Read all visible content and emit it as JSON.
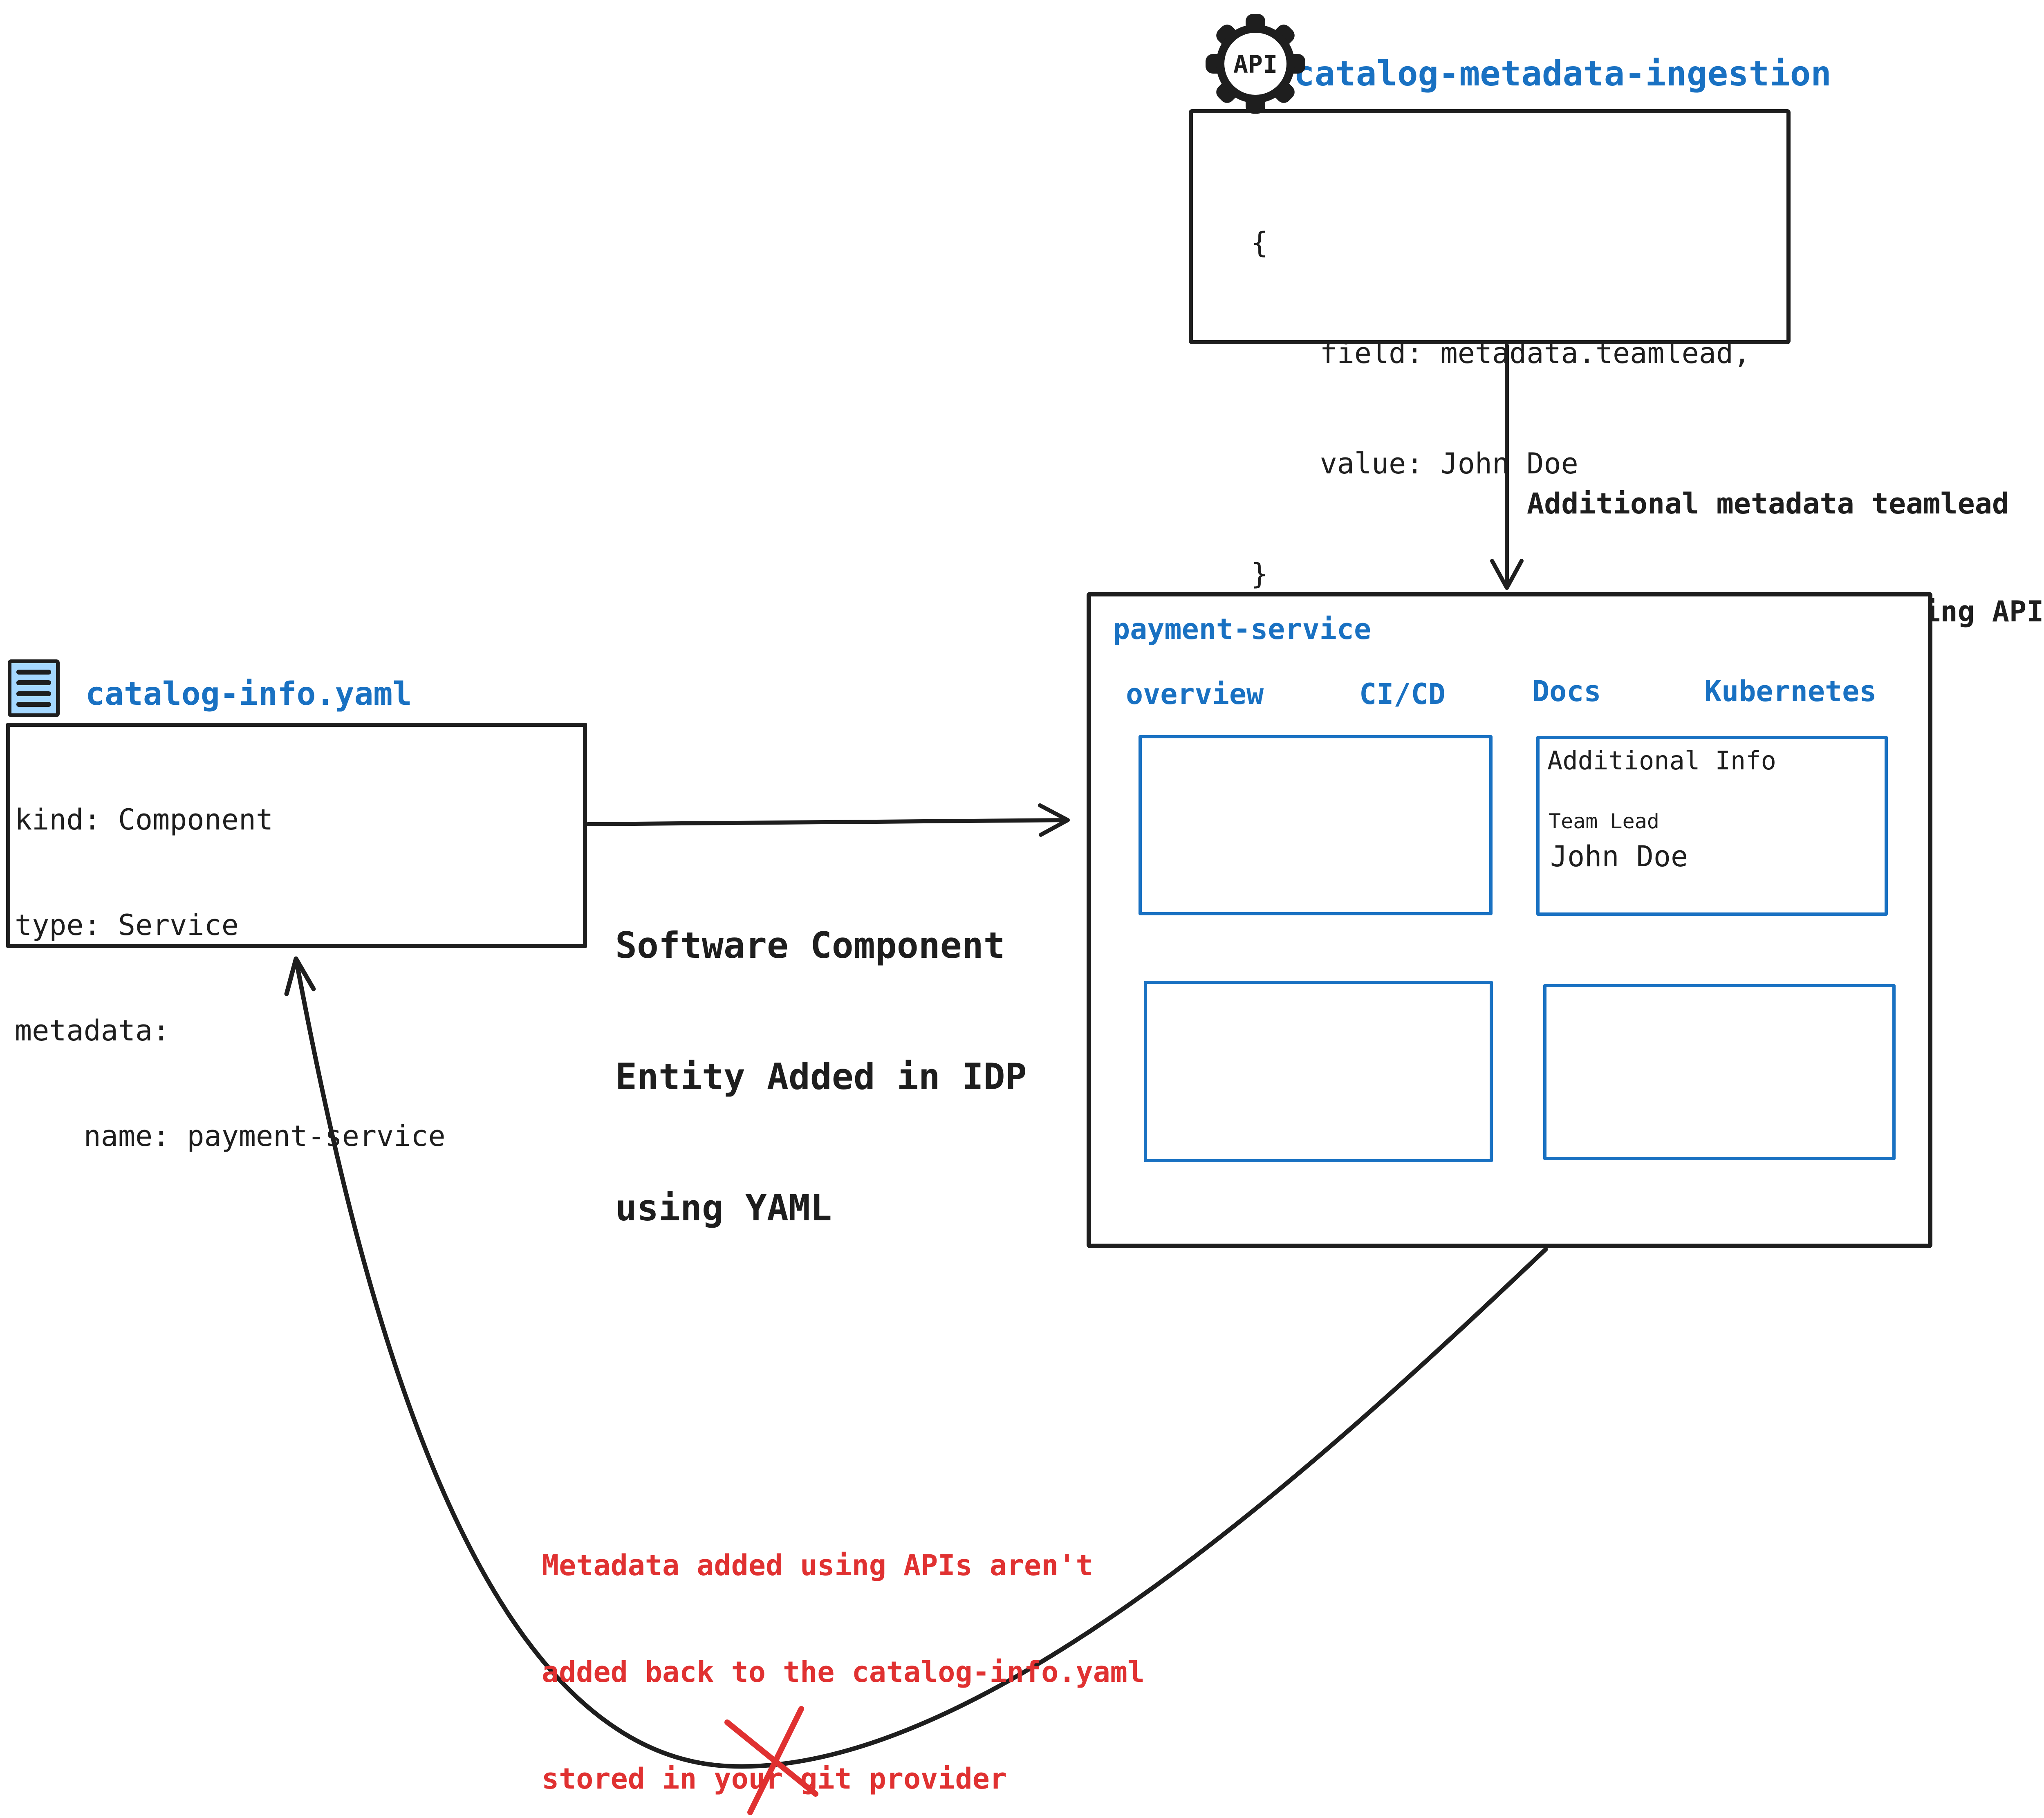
{
  "colors": {
    "accent_blue": "#1971c2",
    "ink_black": "#1e1e1e",
    "warning_red": "#e03131",
    "icon_fill_blue": "#a5d8ff"
  },
  "api_ingestion": {
    "icon_label": "API",
    "title": "catalog-metadata-ingestion",
    "payload_lines": {
      "l1": "{",
      "l2": "    field: metadata.teamlead,",
      "l3": "    value: John Doe",
      "l4": "}"
    }
  },
  "api_arrow": {
    "label_line1": "Additional metadata teamlead",
    "label_line2": "added to the catalog using APIs"
  },
  "idp_window": {
    "title": "payment-service",
    "tabs": [
      {
        "label": "overview"
      },
      {
        "label": "CI/CD"
      },
      {
        "label": "Docs"
      },
      {
        "label": "Kubernetes"
      }
    ],
    "docs_panel": {
      "heading": "Additional Info",
      "field_label": "Team Lead",
      "field_value": "John Doe"
    }
  },
  "catalog_file": {
    "title": "catalog-info.yaml",
    "yaml_lines": {
      "l1": "kind: Component",
      "l2": "type: Service",
      "l3": "metadata:",
      "l4": "    name: payment-service"
    }
  },
  "yaml_arrow": {
    "label_line1": "Software Component",
    "label_line2": "Entity Added in IDP",
    "label_line3": "using YAML"
  },
  "feedback_note": {
    "warning_line1": "Metadata added using APIs aren't",
    "warning_line2": "added back to the catalog-info.yaml",
    "warning_line3": "stored in your git provider"
  }
}
